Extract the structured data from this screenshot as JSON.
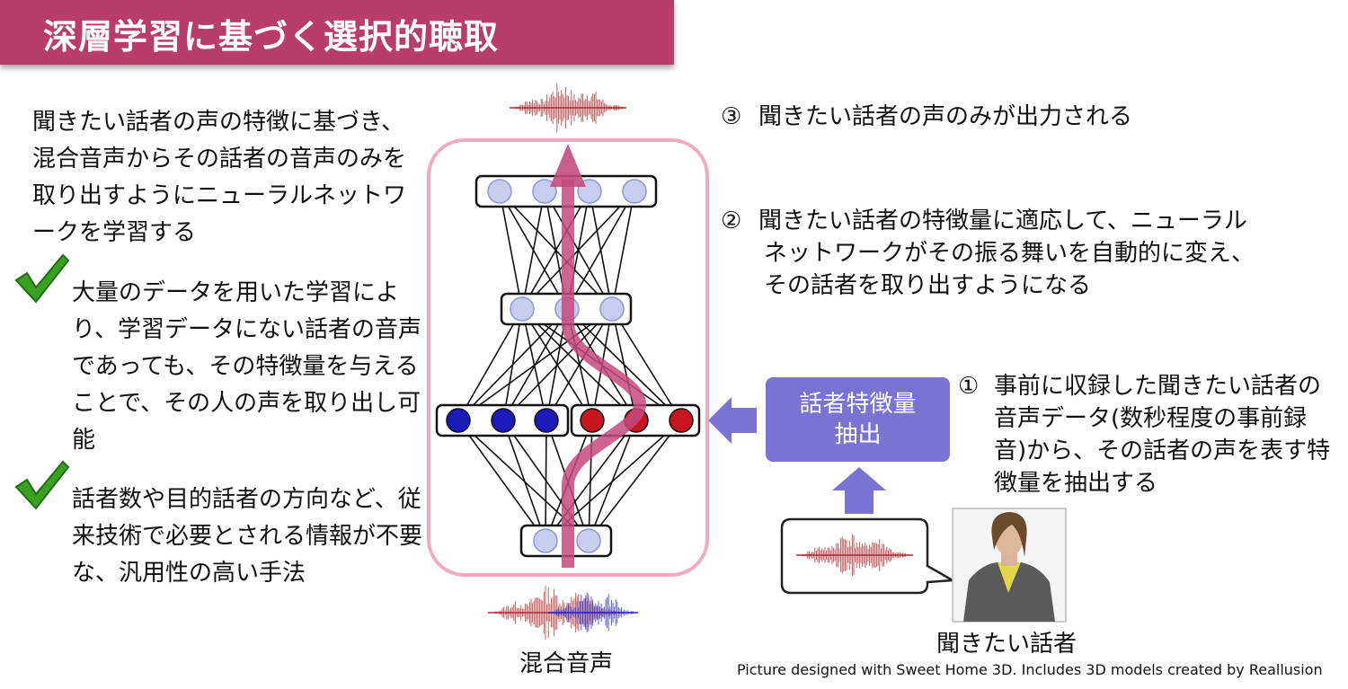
{
  "title": "深層学習に基づく選択的聴取",
  "intro": "聞きたい話者の声の特徴に基づき、混合音声からその話者の音声のみを取り出すようにニューラルネットワークを学習する",
  "bullets": [
    {
      "text": "大量のデータを用いた学習により、学習データにない話者の音声であっても、その特徴量を与えることで、その人の声を取り出し可能"
    },
    {
      "text": "話者数や目的話者の方向など、従来技術で必要とされる情報が不要な、汎用性の高い手法"
    }
  ],
  "steps": {
    "step3": {
      "num": "③",
      "text": "聞きたい話者の声のみが出力される"
    },
    "step2": {
      "num": "②",
      "line1": "聞きたい話者の特徴量に適応して、ニューラル",
      "line2": "ネットワークがその振る舞いを自動的に変え、",
      "line3": "その話者を取り出すようになる"
    },
    "step1": {
      "num": "①",
      "text": "事前に収録した聞きたい話者の音声データ(数秒程度の事前録音)から、その話者の声を表す特徴量を抽出する"
    }
  },
  "extract_box": "話者特徴量抽出",
  "mix_label": "混合音声",
  "speaker_label": "聞きたい話者",
  "credit": "Picture designed with Sweet Home 3D. Includes 3D models created by Reallusion",
  "colors": {
    "banner": "#b83c6c",
    "node_light": "#c8cdf0",
    "node_blue": "#1a1ab8",
    "node_red": "#c8141e",
    "arrow": "#c44a7c",
    "extract": "#7b73d4",
    "container": "#f2a9c4"
  }
}
